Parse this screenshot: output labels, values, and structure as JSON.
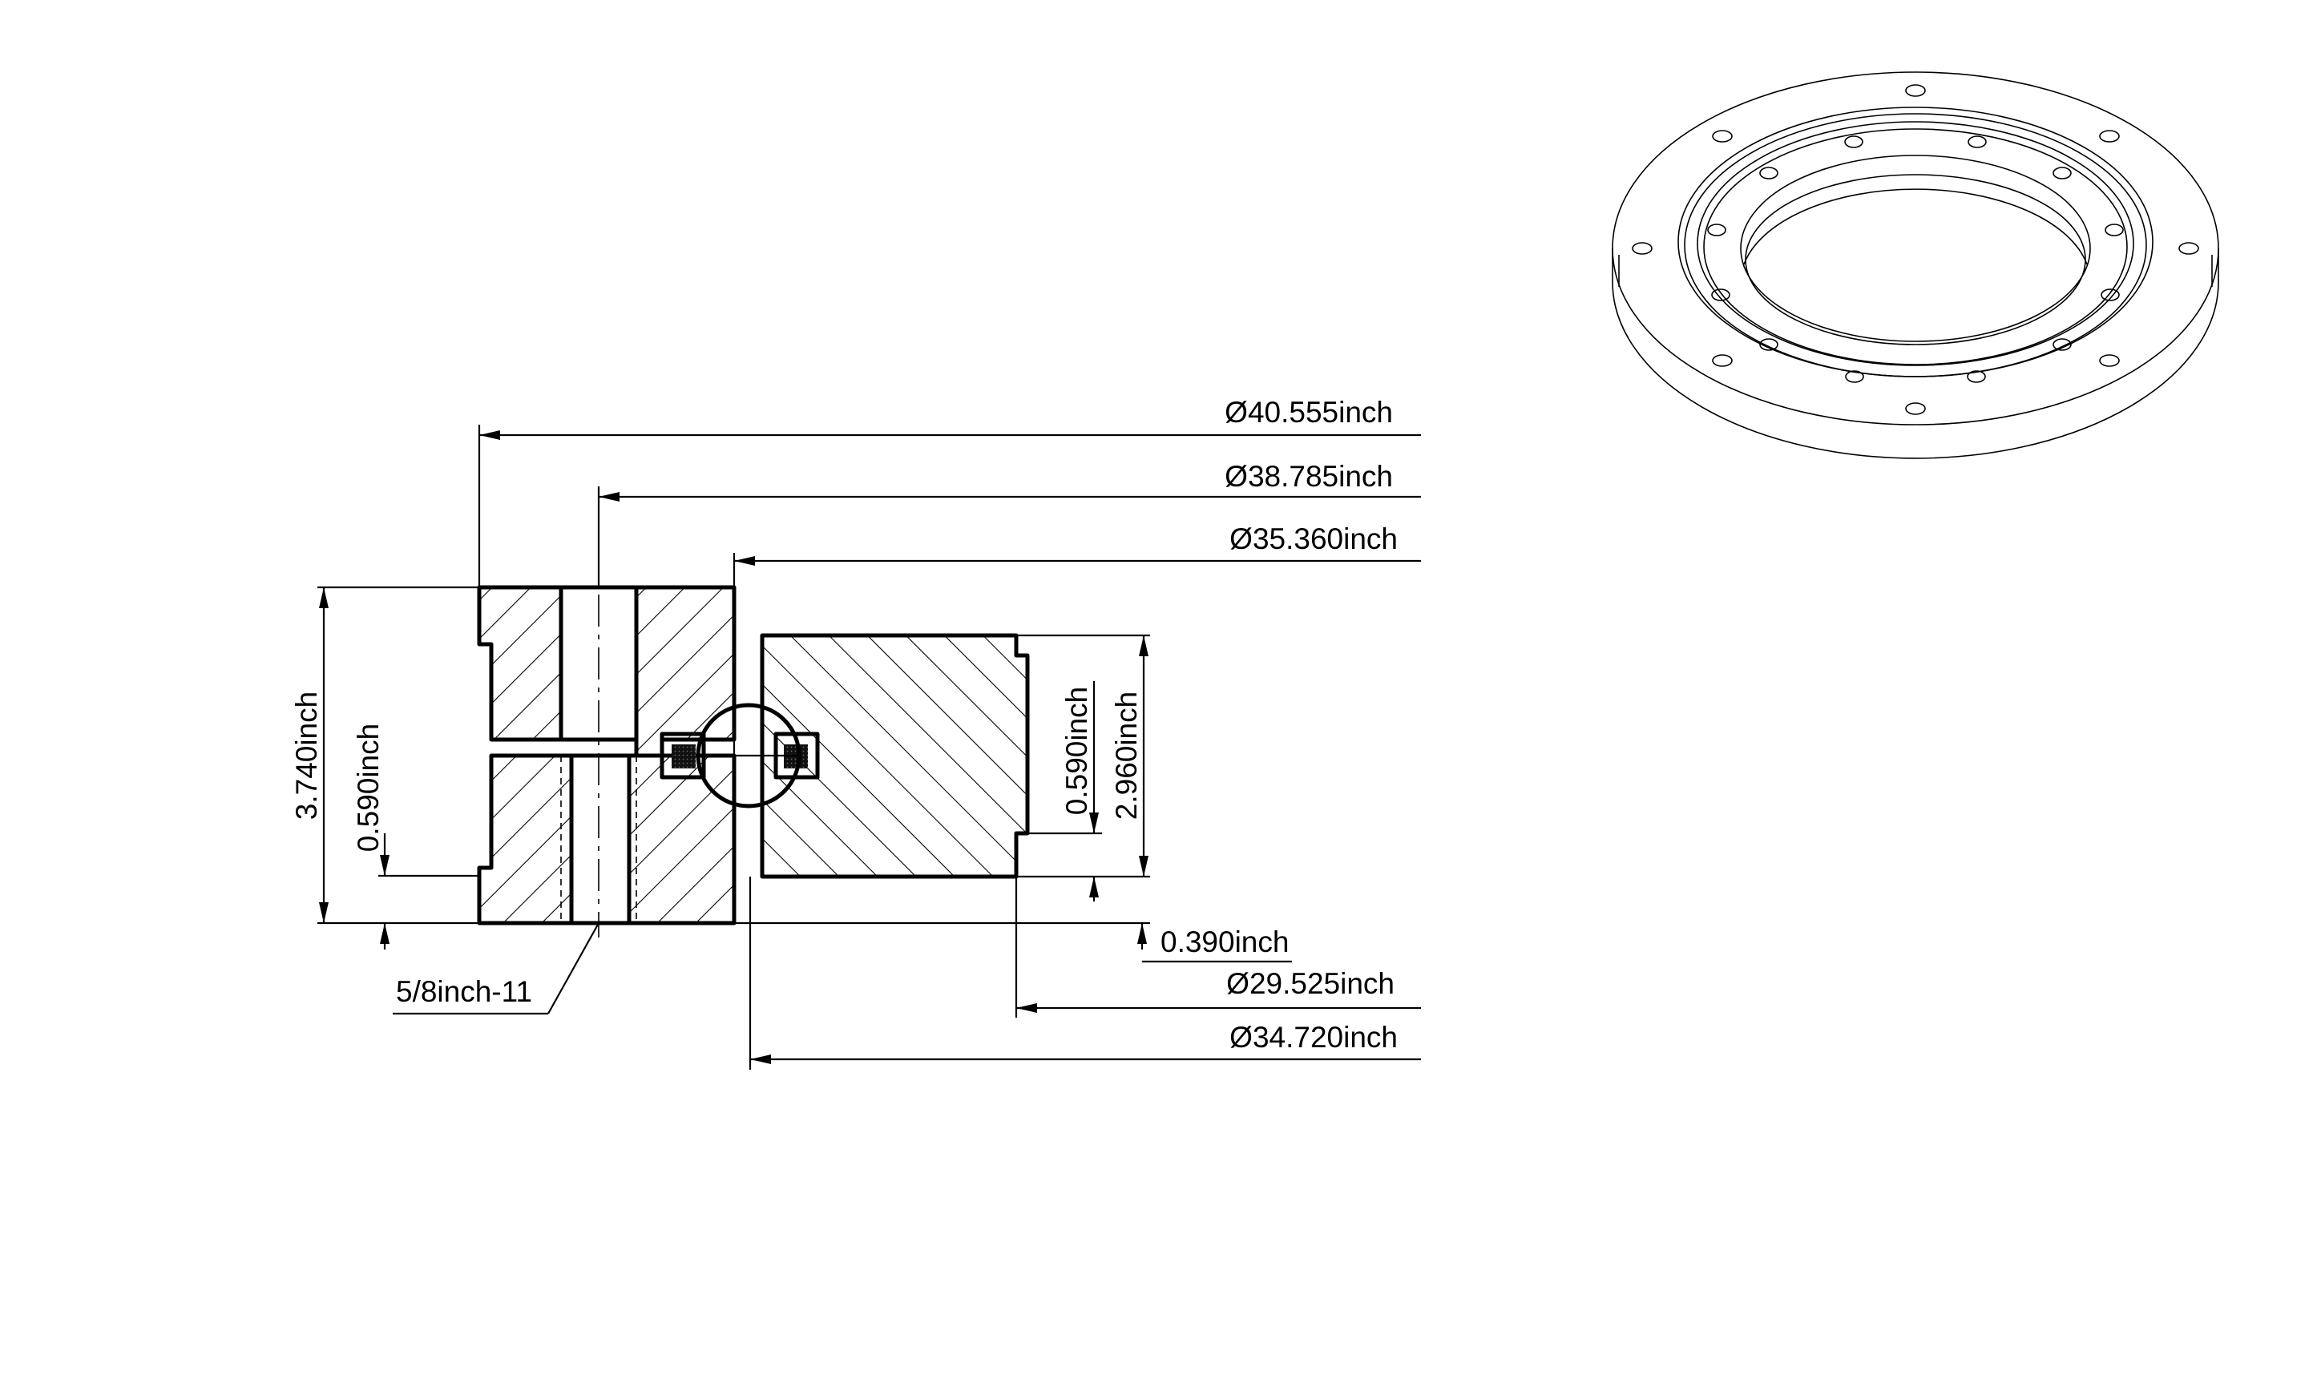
{
  "colors": {
    "line": "#000000",
    "background": "#ffffff",
    "seal_fill": "#222222"
  },
  "dimensions": {
    "od_outer": "Ø40.555inch",
    "bolt_circle_outer": "Ø38.785inch",
    "outer_ring_id": "Ø35.360inch",
    "height_total": "3.740inch",
    "outer_step": "0.590inch",
    "inner_step": "0.590inch",
    "inner_height": "2.960inch",
    "offset": "0.390inch",
    "thread": "5/8inch-11",
    "bore": "Ø29.525inch",
    "inner_ring_od": "Ø34.720inch"
  }
}
